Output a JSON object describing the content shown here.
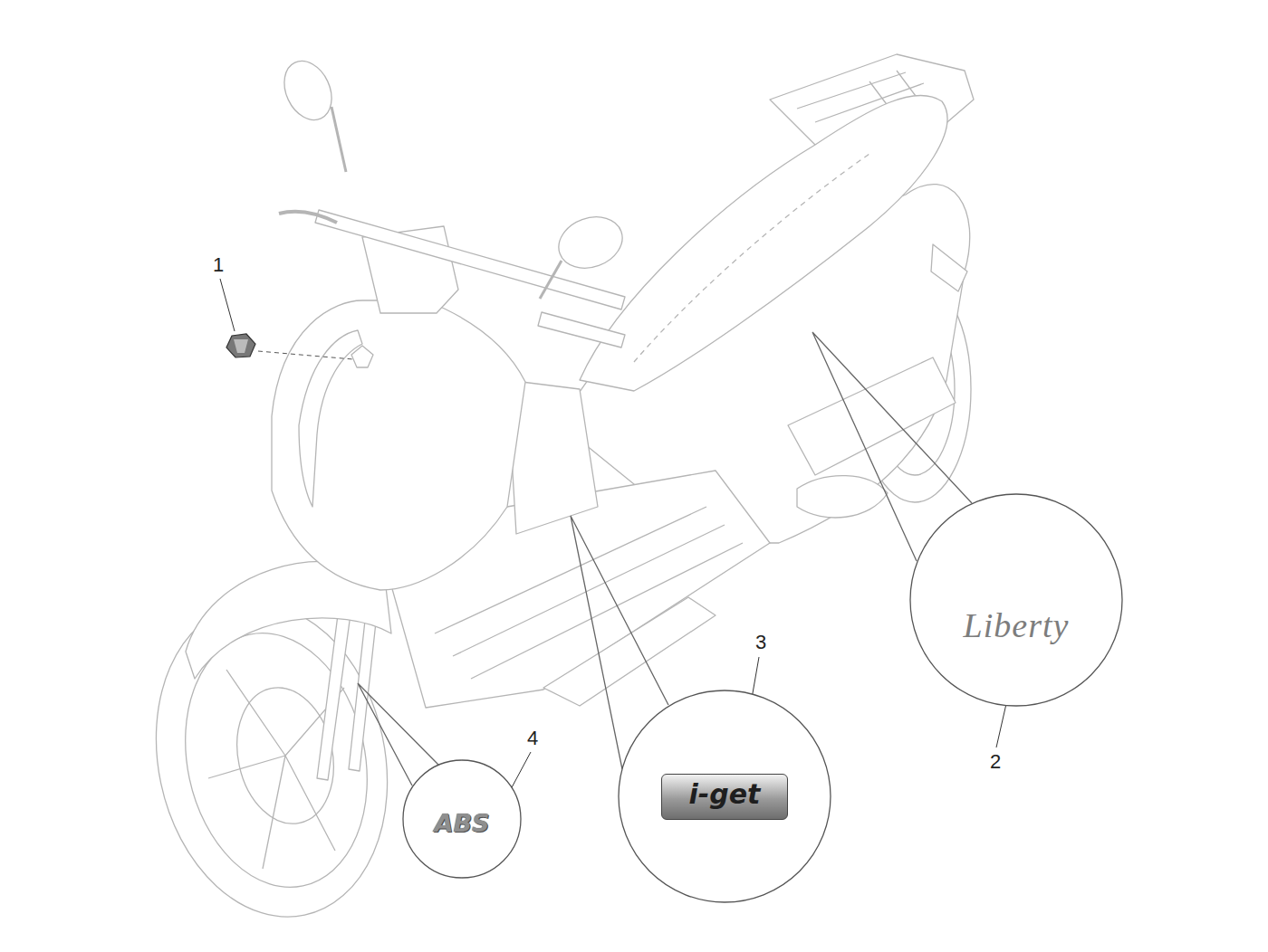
{
  "diagram": {
    "nodes": [
      {
        "text": [
          "ABS"
        ]
      },
      {
        "text": [
          "i-get"
        ]
      },
      {
        "text": [
          "Liberty"
        ]
      }
    ],
    "labels": [
      "1",
      "2",
      "3",
      "4"
    ]
  }
}
